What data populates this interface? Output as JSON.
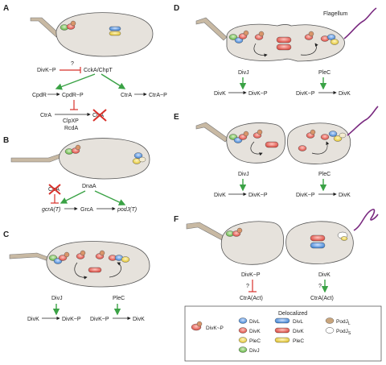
{
  "panels": {
    "A": {
      "letter": "A",
      "divk_p": "DivK~P",
      "question": "?",
      "cckA": "CckA/ChpT",
      "cpdR": "CpdR",
      "cpdR_p": "CpdR~P",
      "ctrA": "CtrA",
      "ctrA_p": "CtrA~P",
      "ctrA2": "CtrA",
      "clpxp": "ClpXP",
      "rcda": "RcdA",
      "ctrA_deg": "CtrA"
    },
    "B": {
      "letter": "B",
      "ctrA": "CtrA",
      "dnaA": "DnaA",
      "gcrA_gene": "gcrA(T)",
      "gcrA": "GrcA",
      "podj_gene": "podJ(T)"
    },
    "C": {
      "letter": "C",
      "divj": "DivJ",
      "plec": "PleC",
      "divk1": "DivK",
      "divk_p1": "DivK~P",
      "divk_p2": "DivK~P",
      "divk2": "DivK"
    },
    "D": {
      "letter": "D",
      "flagellum": "Flagellum",
      "divj": "DivJ",
      "plec": "PleC",
      "divk1": "DivK",
      "divk_p1": "DivK~P",
      "divk_p2": "DivK~P",
      "divk2": "DivK"
    },
    "E": {
      "letter": "E",
      "divj": "DivJ",
      "plec": "PleC",
      "divk1": "DivK",
      "divk_p1": "DivK~P",
      "divk_p2": "DivK~P",
      "divk2": "DivK"
    },
    "F": {
      "letter": "F",
      "divk_p": "DivK~P",
      "divk": "DivK",
      "q1": "?",
      "q2": "?",
      "ctra_act1": "CtrA(Act)",
      "ctra_act2": "CtrA(Act)"
    }
  },
  "legend": {
    "title": "Delocalized",
    "divk_p": "DivK~P",
    "col1": [
      "DivL",
      "DivK",
      "PleC",
      "DivJ"
    ],
    "col2": [
      "DivL",
      "DivK",
      "PleC"
    ],
    "col3": [
      "PodJ",
      "PodJ"
    ],
    "podj_sub": [
      "L",
      "S"
    ]
  },
  "colors": {
    "cell": "#e6e2dc",
    "cell_stroke": "#555555",
    "stalk": "#c8b9a3",
    "divl": "#4f8fd9",
    "divk": "#e0584f",
    "plec": "#ecd84a",
    "divj": "#6fbf4e",
    "podj_l": "#c9a57c",
    "podj_s": "#ffffff",
    "green_arrow": "#3aa245",
    "red_inhib": "#d8312b",
    "flagellum": "#7a2a80"
  }
}
